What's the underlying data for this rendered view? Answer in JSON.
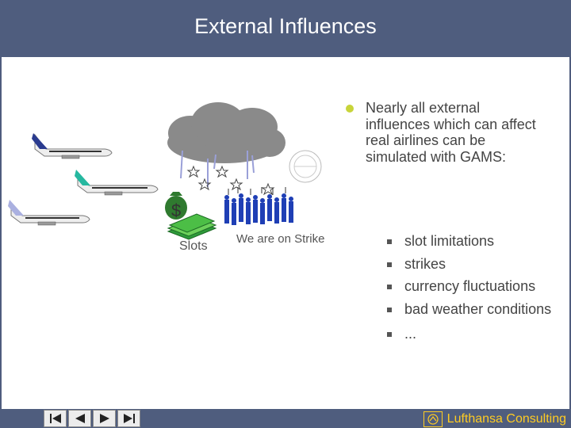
{
  "slide": {
    "title": "External Influences",
    "main_bullet": "Nearly all external influences which can affect real airlines can be simulated with GAMS:",
    "sub_items": [
      "slot limitations",
      "strikes",
      "currency fluctuations",
      "bad weather conditions",
      "..."
    ]
  },
  "illustration": {
    "slots_label": "Slots",
    "strike_label": "We are on Strike",
    "currency_symbol": "$"
  },
  "footer": {
    "brand": "Lufthansa Consulting"
  },
  "colors": {
    "header": "#4f5d7e",
    "bullet_dot": "#c8d43a",
    "brand_text": "#ffcc22",
    "people": "#1f3fb5",
    "money": "#2e9a3a",
    "cloud": "#8a8a8a"
  },
  "icons": [
    "first-slide-icon",
    "previous-slide-icon",
    "next-slide-icon",
    "last-slide-icon",
    "crane-logo-icon"
  ]
}
